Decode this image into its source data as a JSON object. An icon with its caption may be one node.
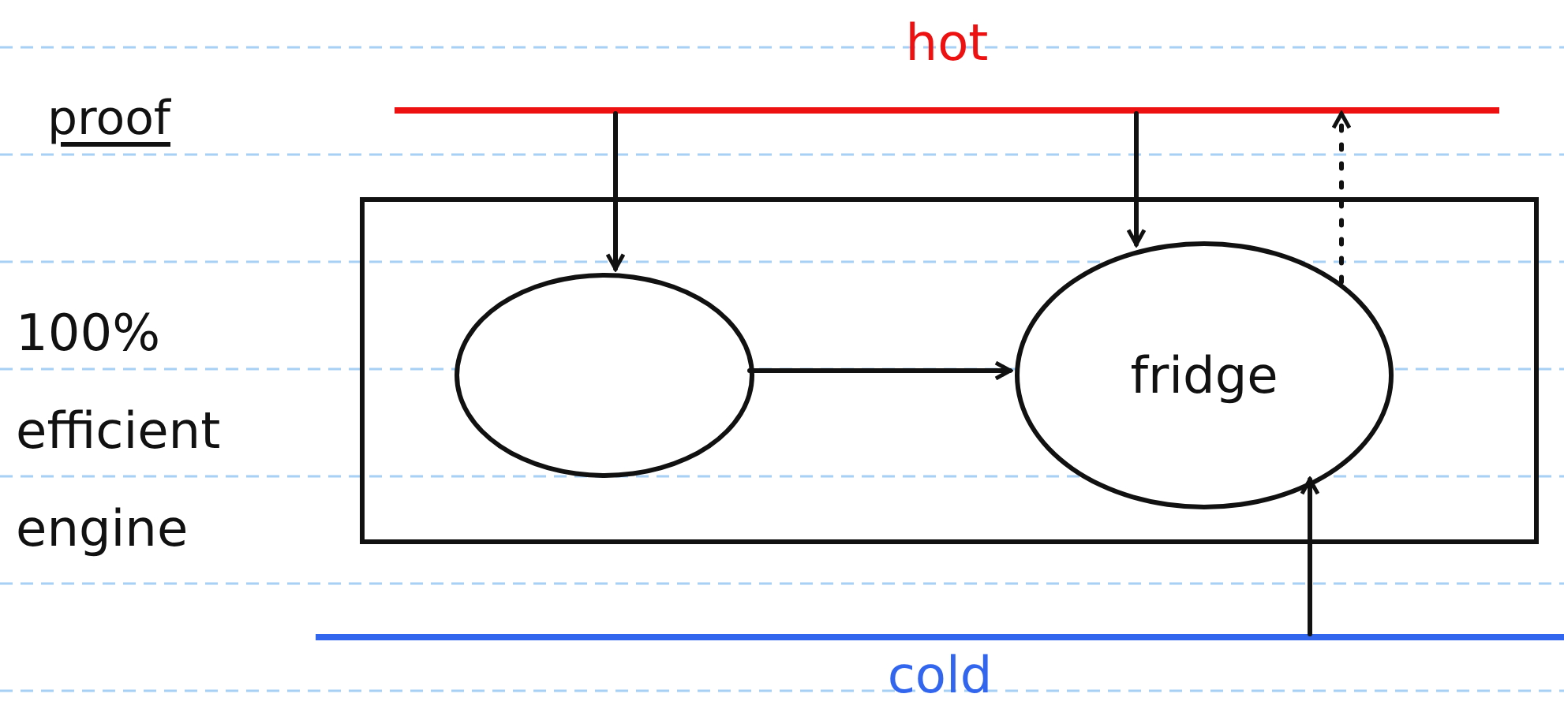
{
  "diagram": {
    "title": "proof",
    "nodes": [
      {
        "text": [
          "hot"
        ]
      },
      {
        "text": [
          "cold"
        ]
      },
      {
        "text": [],
        "shape": "box",
        "beside": [
          "100% efficient engine"
        ]
      },
      {
        "text": [],
        "shape": "circle",
        "in": 2
      },
      {
        "text": [
          "fridge"
        ],
        "in": 2
      }
    ],
    "edges": [
      {
        "from": 0,
        "to": 3,
        "arrow": "to"
      },
      {
        "from": 0,
        "to": 4,
        "arrow": "to"
      },
      {
        "from": 3,
        "to": 4,
        "arrow": "to"
      },
      {
        "from": 4,
        "to": 0,
        "arrow": "to",
        "style": "dashed"
      },
      {
        "from": 1,
        "to": 4,
        "arrow": "to"
      }
    ]
  }
}
